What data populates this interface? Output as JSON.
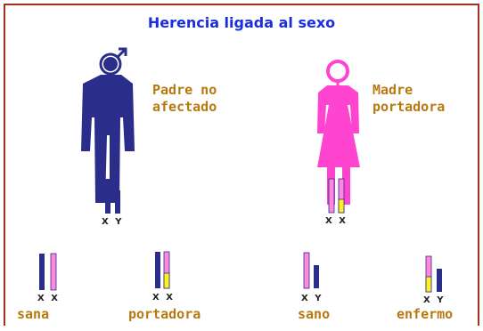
{
  "title": "Herencia ligada al sexo",
  "colors": {
    "border": "#a03020",
    "title": "#1a2ee0",
    "label": "#b7790f",
    "male": "#2a2e8a",
    "female": "#ff44d0",
    "x_normal_female": "#ff88dd",
    "x_normal_male": "#2a2e8a",
    "y_chrom": "#2a2e8a",
    "mutant_band": "#ffee22"
  },
  "icons": {
    "male_symbol": "male-symbol-icon",
    "female_symbol": "female-symbol-icon"
  },
  "father": {
    "label": "Padre no\nafectado",
    "chromosomes": "X Y"
  },
  "mother": {
    "label": "Madre\nportadora",
    "chromosomes": "X X"
  },
  "offspring": [
    {
      "chromosomes": "X X",
      "status": "sana"
    },
    {
      "chromosomes": "X X",
      "status": "portadora"
    },
    {
      "chromosomes": "X Y",
      "status": "sano"
    },
    {
      "chromosomes": "X Y",
      "status": "enfermo"
    }
  ]
}
